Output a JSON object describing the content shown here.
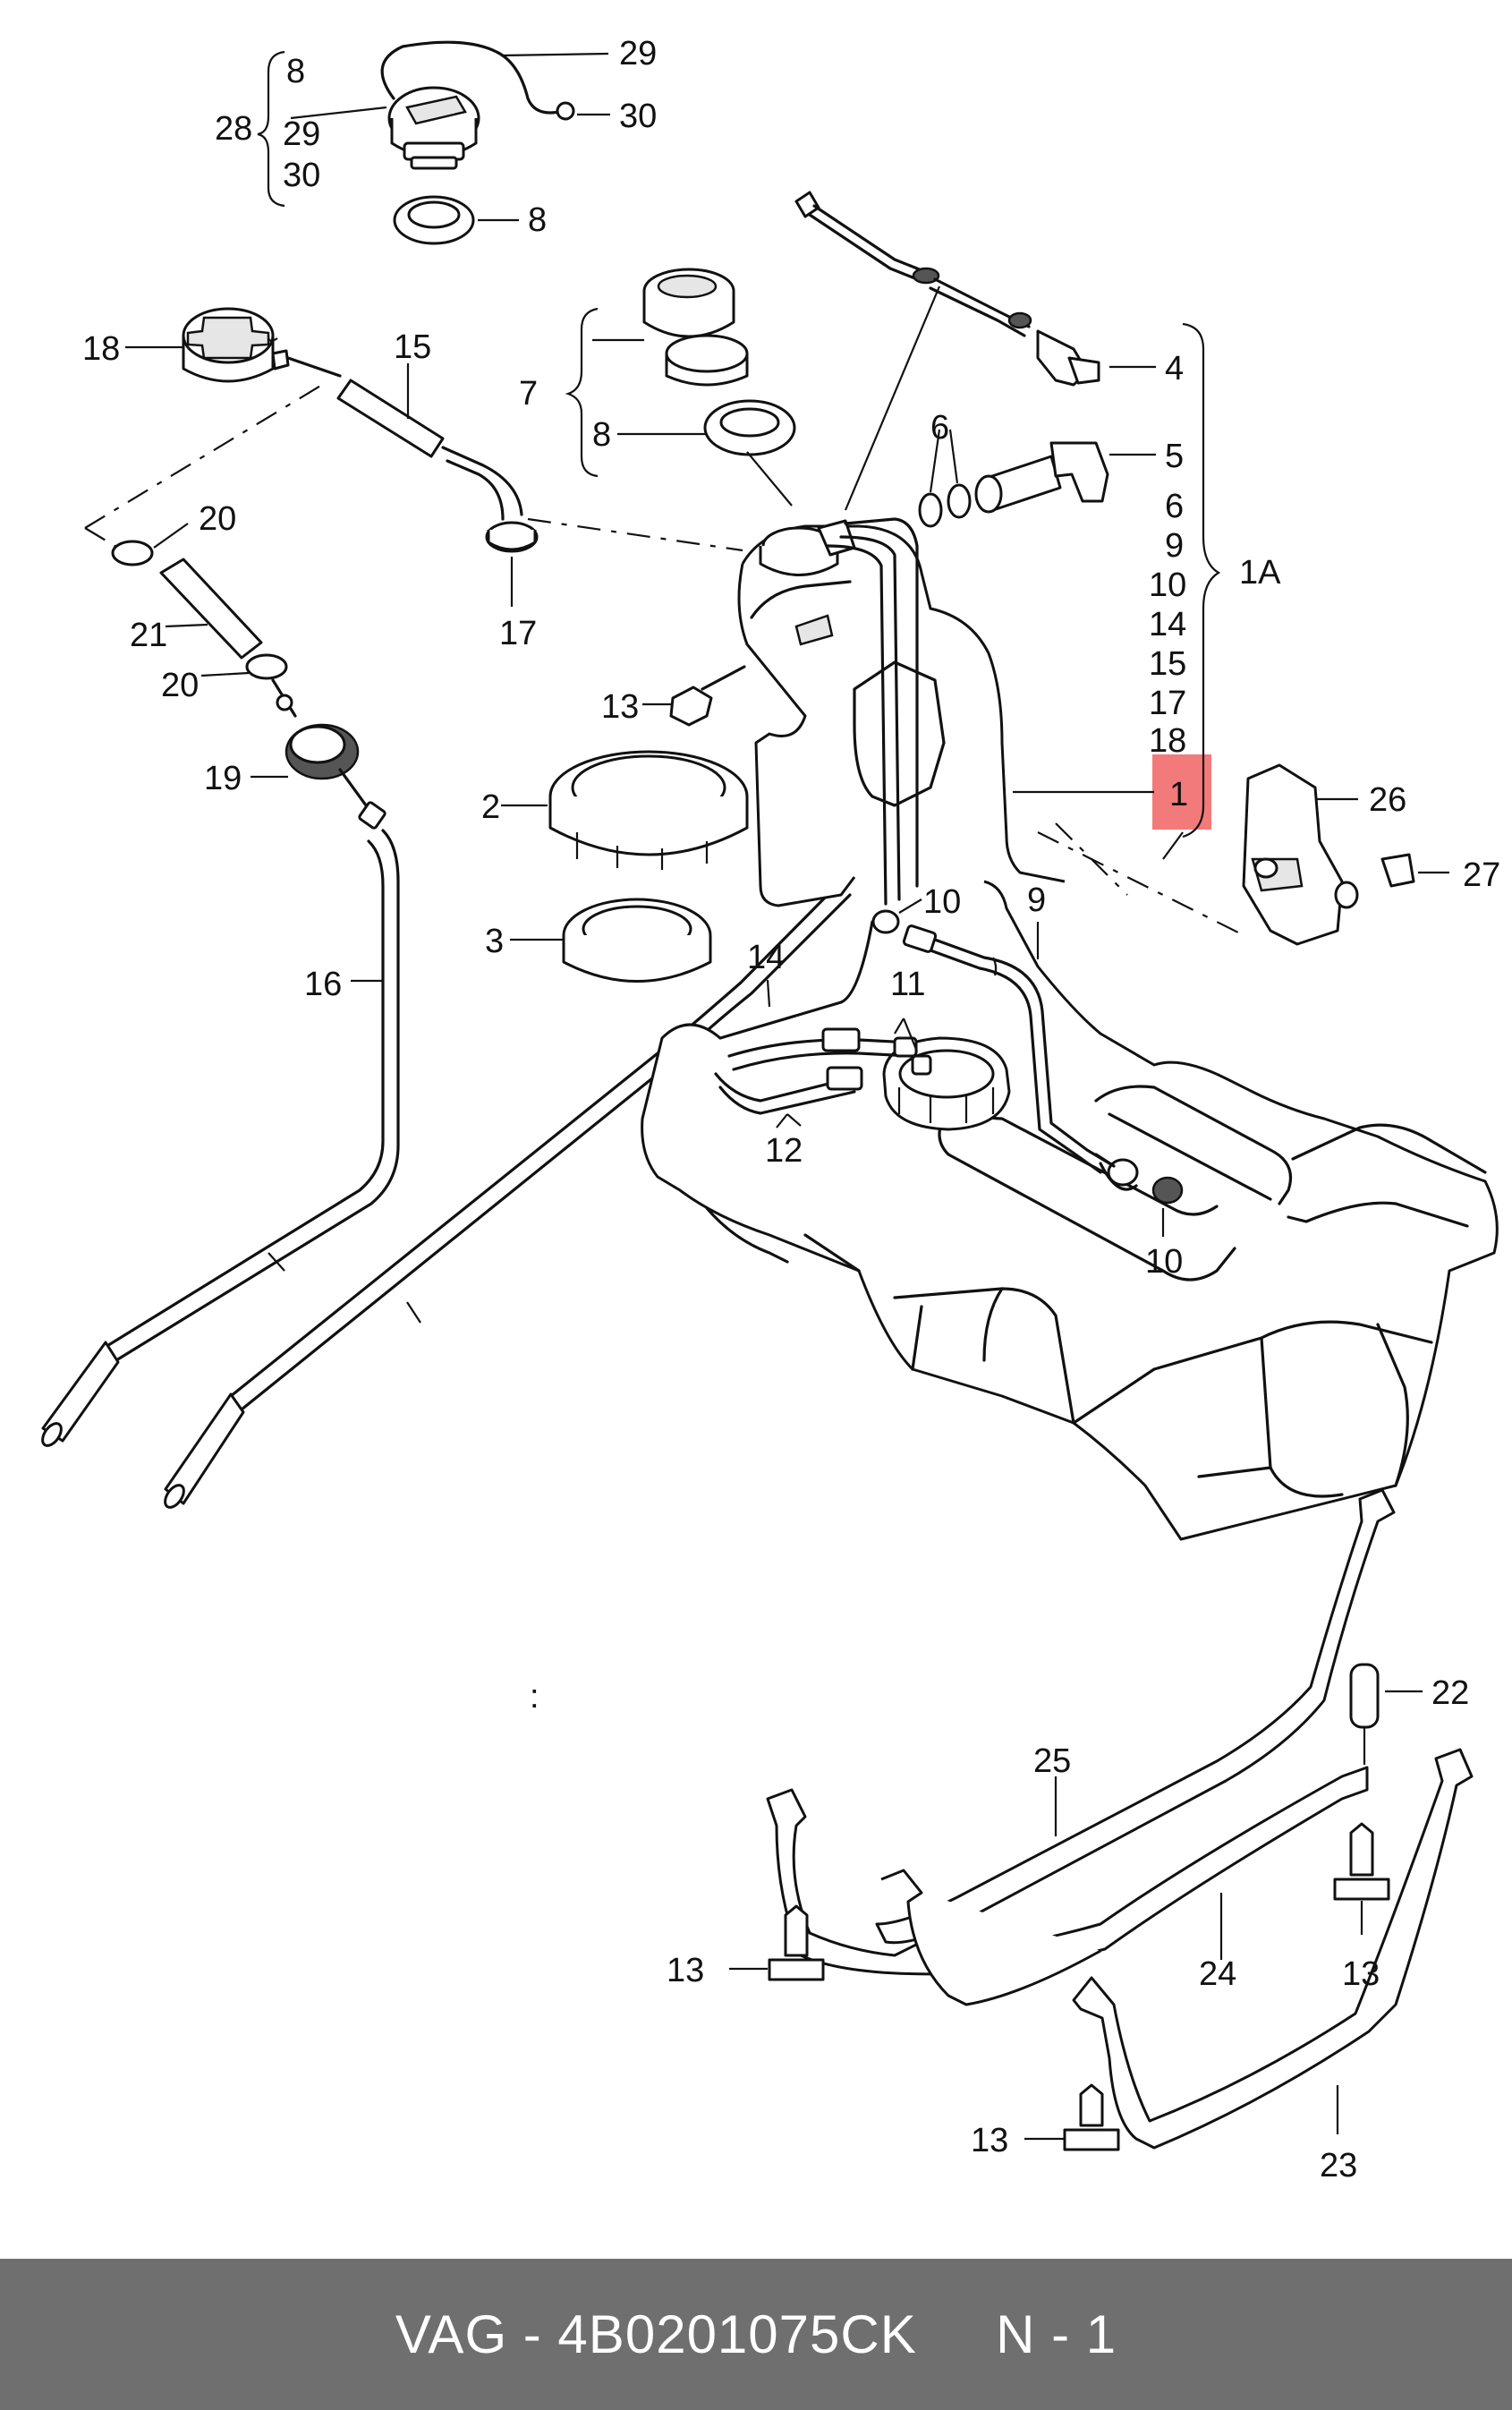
{
  "diagram": {
    "labels": {
      "l29_top": "29",
      "l30_top": "30",
      "l8_top": "8",
      "l28": "28",
      "l28_8": "8",
      "l28_29": "29",
      "l28_30": "30",
      "l18": "18",
      "l15": "15",
      "l20a": "20",
      "l21": "21",
      "l20b": "20",
      "l19": "19",
      "l16": "16",
      "l17": "17",
      "l7": "7",
      "l8_mid": "8",
      "l13_mid": "13",
      "l2": "2",
      "l3": "3",
      "l4": "4",
      "l5": "5",
      "l6_pair": "6",
      "l1a_6": "6",
      "l1a_9": "9",
      "l1a_10": "10",
      "l1a_14": "14",
      "l1a_15": "15",
      "l1a_17": "17",
      "l1a_18": "18",
      "l1": "1",
      "l1A": "1A",
      "l26": "26",
      "l27": "27",
      "l10a": "10",
      "l9": "9",
      "l14": "14",
      "l11": "11",
      "l12": "12",
      "l10b": "10",
      "l22": "22",
      "l25": "25",
      "l24": "24",
      "l13_a": "13",
      "l13_b": "13",
      "l13_c": "13",
      "l23": "23",
      "colon": ":"
    },
    "highlight_color": "#f26b6b"
  },
  "footer": {
    "text": "VAG - 4B0201075CK     N - 1",
    "background": "#6f6f6f"
  }
}
